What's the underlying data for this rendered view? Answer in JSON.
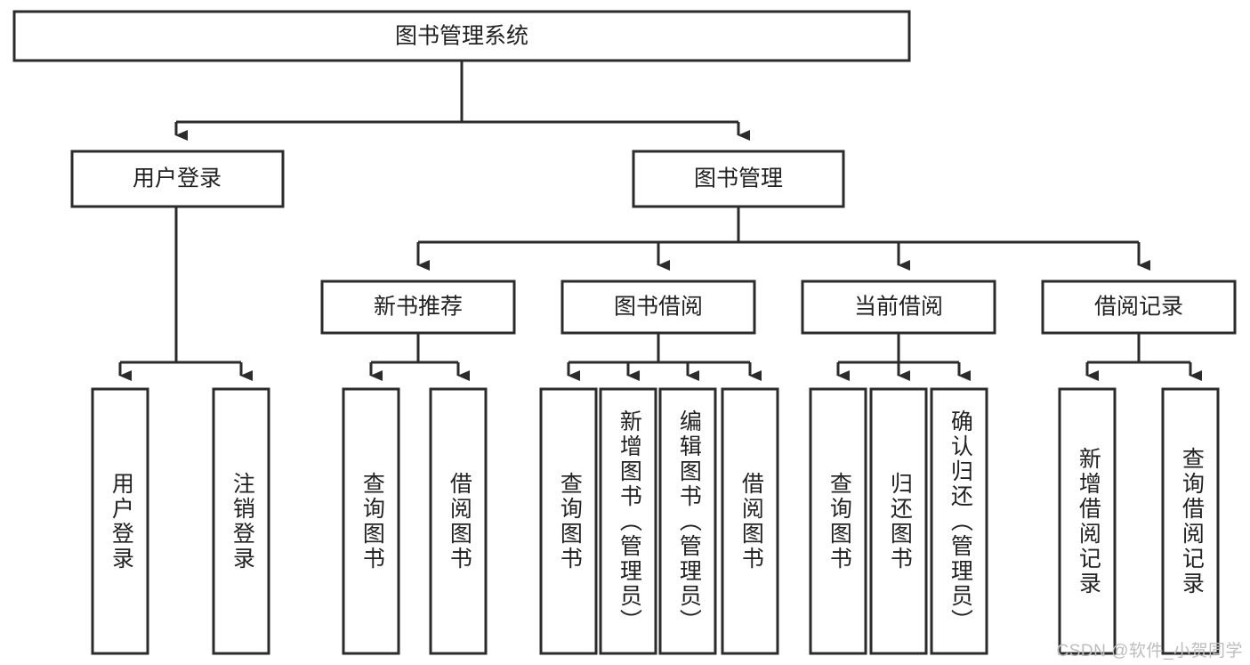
{
  "diagram": {
    "title": "图书管理系统",
    "type": "tree-hierarchy-flowchart",
    "watermark": "CSDN @软件_小贺同学",
    "colors": {
      "background": "#ffffff",
      "stroke": "#2b2b2b",
      "node_fill": "#ffffff",
      "text": "#222222",
      "watermark": "#bdbdbd"
    },
    "nodes": {
      "root": {
        "label": "图书管理系统",
        "orientation": "horizontal"
      },
      "level2": [
        {
          "id": "user-login",
          "label": "用户登录",
          "orientation": "horizontal"
        },
        {
          "id": "book-management",
          "label": "图书管理",
          "orientation": "horizontal"
        }
      ],
      "level3": [
        {
          "id": "new-book-recommend",
          "label": "新书推荐",
          "orientation": "horizontal"
        },
        {
          "id": "book-borrow",
          "label": "图书借阅",
          "orientation": "horizontal"
        },
        {
          "id": "current-borrow",
          "label": "当前借阅",
          "orientation": "horizontal"
        },
        {
          "id": "borrow-record",
          "label": "借阅记录",
          "orientation": "horizontal"
        }
      ],
      "leaves": {
        "user-login": [
          {
            "id": "leaf-user-login",
            "label": "用户登录",
            "orientation": "vertical"
          },
          {
            "id": "leaf-logout-login",
            "label": "注销登录",
            "orientation": "vertical"
          }
        ],
        "new-book-recommend": [
          {
            "id": "leaf-query-book-1",
            "label": "查询图书",
            "orientation": "vertical"
          },
          {
            "id": "leaf-borrow-book-1",
            "label": "借阅图书",
            "orientation": "vertical"
          }
        ],
        "book-borrow": [
          {
            "id": "leaf-query-book-2",
            "label": "查询图书",
            "orientation": "vertical"
          },
          {
            "id": "leaf-add-book",
            "label": "新增图书（管理员）",
            "orientation": "vertical"
          },
          {
            "id": "leaf-edit-book",
            "label": "编辑图书（管理员）",
            "orientation": "vertical"
          },
          {
            "id": "leaf-borrow-book-2",
            "label": "借阅图书",
            "orientation": "vertical"
          }
        ],
        "current-borrow": [
          {
            "id": "leaf-query-book-3",
            "label": "查询图书",
            "orientation": "vertical"
          },
          {
            "id": "leaf-return-book",
            "label": "归还图书",
            "orientation": "vertical"
          },
          {
            "id": "leaf-confirm-return",
            "label": "确认归还（管理员）",
            "orientation": "vertical"
          }
        ],
        "borrow-record": [
          {
            "id": "leaf-add-record",
            "label": "新增借阅记录",
            "orientation": "vertical"
          },
          {
            "id": "leaf-query-record",
            "label": "查询借阅记录",
            "orientation": "vertical"
          }
        ]
      }
    }
  }
}
